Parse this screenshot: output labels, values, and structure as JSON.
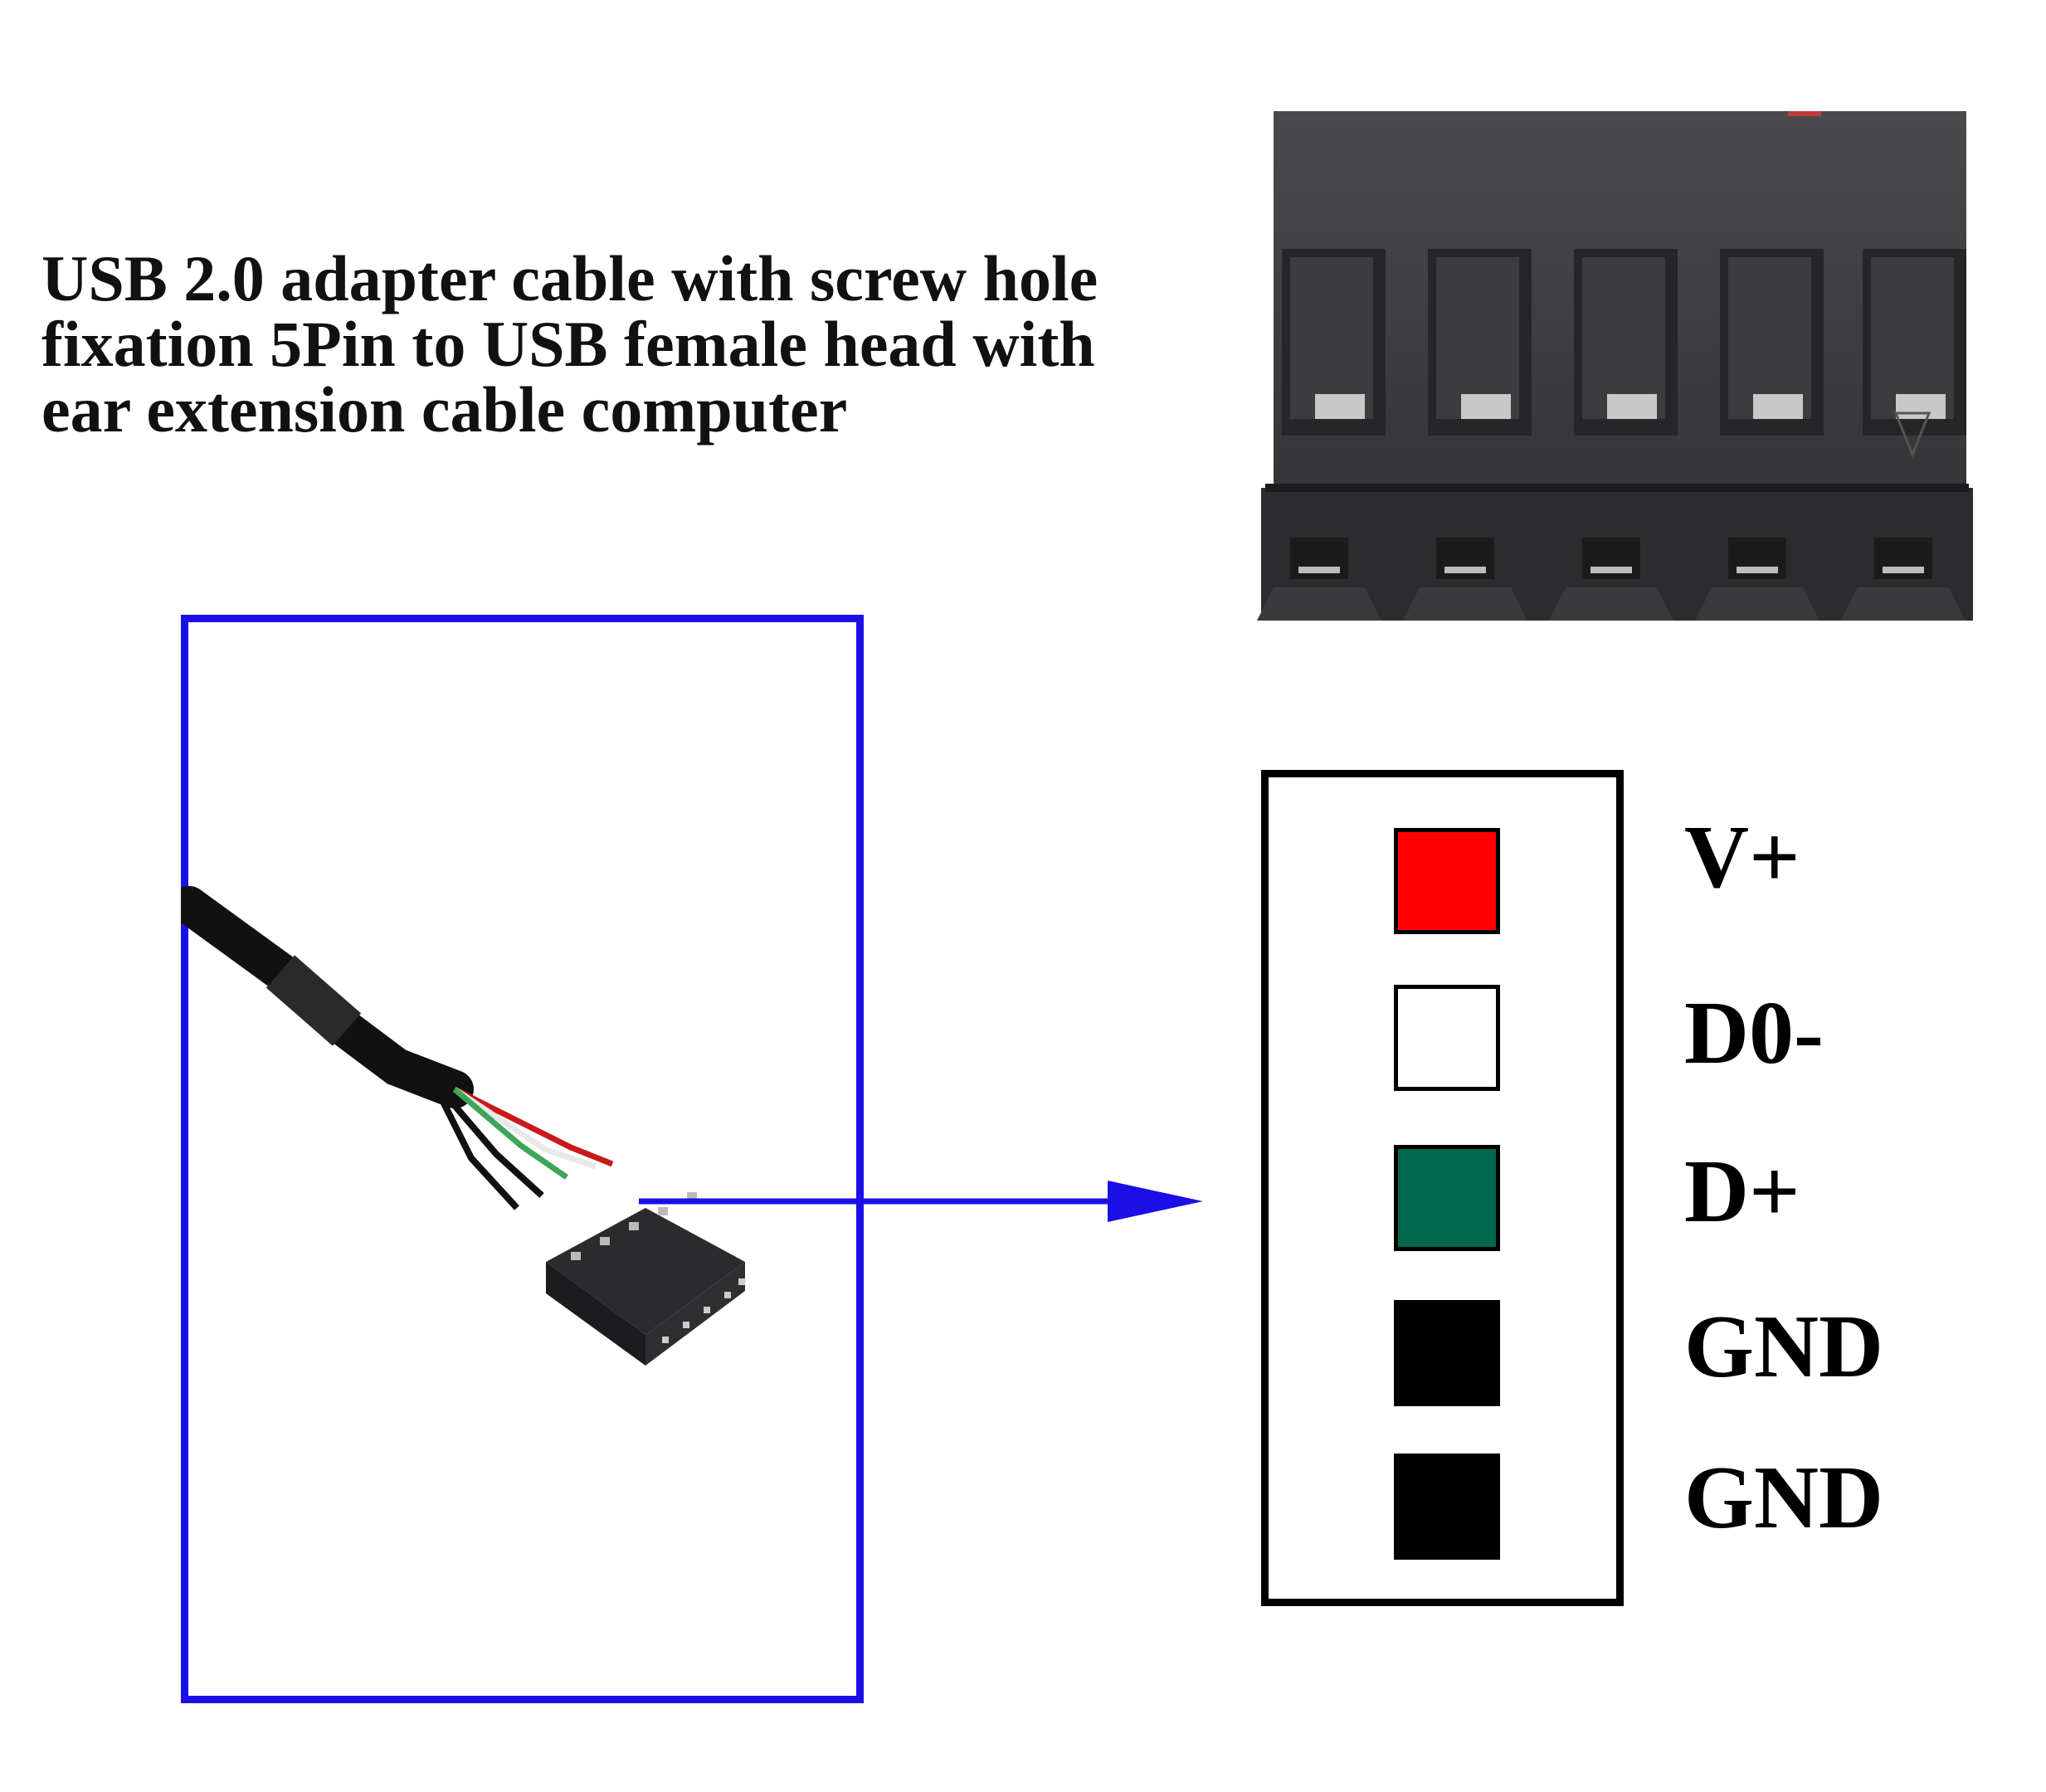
{
  "title_lines": [
    "USB 2.0 adapter cable with screw hole",
    "fixation 5Pin to USB female head with",
    "ear extension cable computer"
  ],
  "pins": [
    {
      "label": "V+",
      "color": "#ff0000"
    },
    {
      "label": "D0-",
      "color": "#ffffff"
    },
    {
      "label": "D+",
      "color": "#00684a"
    },
    {
      "label": "GND",
      "color": "#000000"
    },
    {
      "label": "GND",
      "color": "#000000"
    }
  ],
  "colors": {
    "frame_blue": "#1a10e6",
    "connector_body": "#3a3a3c",
    "cable": "#111111"
  }
}
